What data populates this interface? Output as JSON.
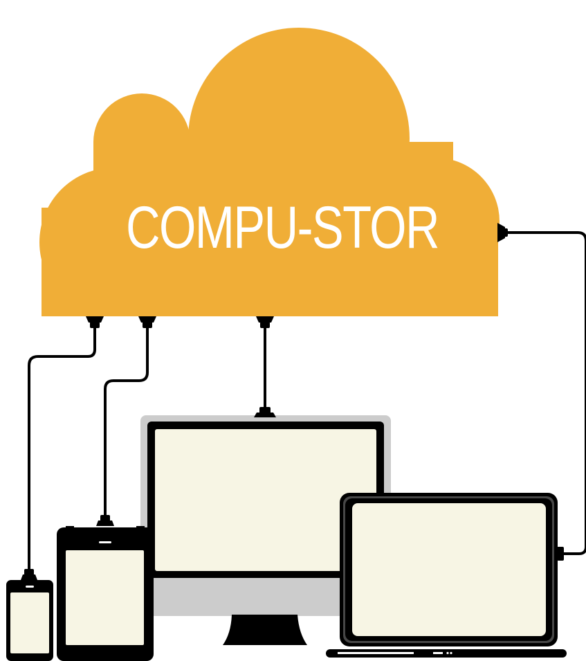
{
  "cloud": {
    "title": "COMPU-STOR",
    "color": "#F0AE37",
    "text_color": "#FFFFFF"
  },
  "devices": [
    {
      "name": "smartphone",
      "screen_color": "#F7F5E4",
      "frame_color": "#000000"
    },
    {
      "name": "tablet",
      "screen_color": "#F7F5E4",
      "frame_color": "#000000"
    },
    {
      "name": "desktop-monitor",
      "screen_color": "#F7F5E4",
      "frame_color": "#000000",
      "bezel_color": "#CCCCCC"
    },
    {
      "name": "laptop",
      "screen_color": "#F7F5E4",
      "frame_color": "#000000"
    }
  ],
  "cables": {
    "color": "#000000"
  }
}
